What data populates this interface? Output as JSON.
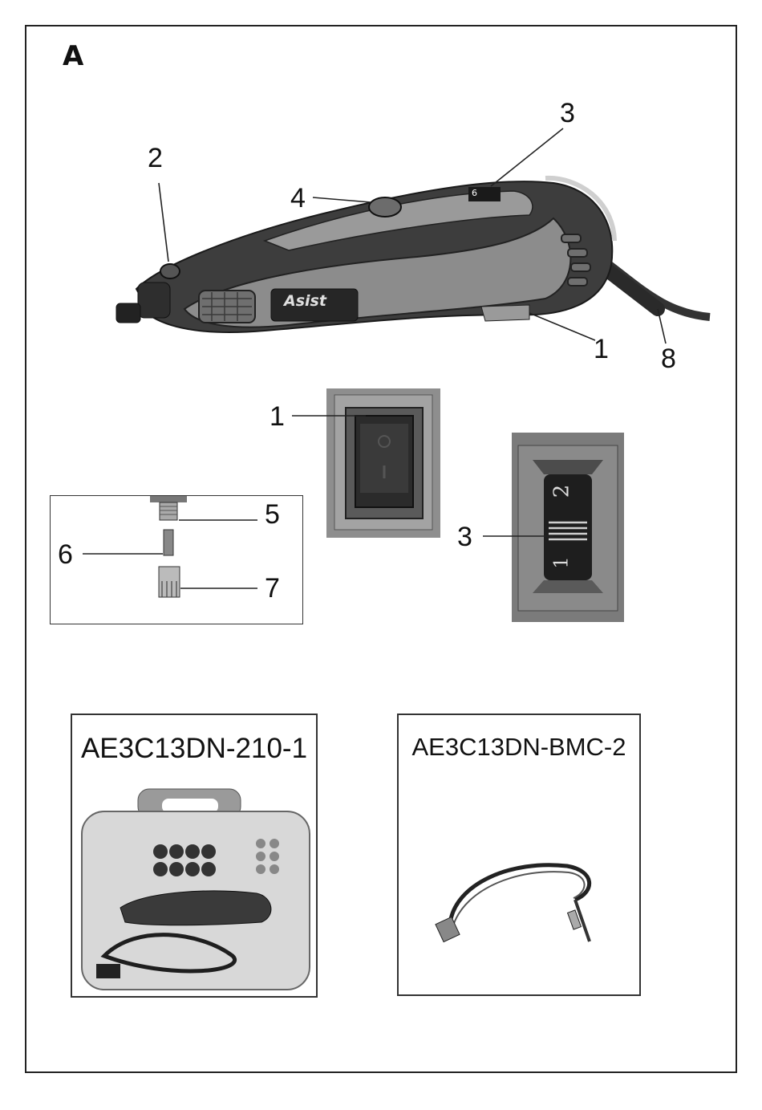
{
  "figure": {
    "letter": "A"
  },
  "callouts": {
    "tool": {
      "n1": "1",
      "n2": "2",
      "n3": "3",
      "n4": "4",
      "n8": "8"
    },
    "switch": {
      "n1": "1"
    },
    "dial": {
      "n3": "3",
      "digit_low": "1",
      "digit_high": "2"
    },
    "collet": {
      "n5": "5",
      "n6": "6",
      "n7": "7"
    }
  },
  "tool_brand": "Asist",
  "speed_display": "6",
  "kits": [
    {
      "title": "AE3C13DN-210-1"
    },
    {
      "title": "AE3C13DN-BMC-2"
    }
  ],
  "colors": {
    "tool_dark": "#3a3a3a",
    "tool_grey": "#8a8a8a",
    "line": "#222222"
  }
}
